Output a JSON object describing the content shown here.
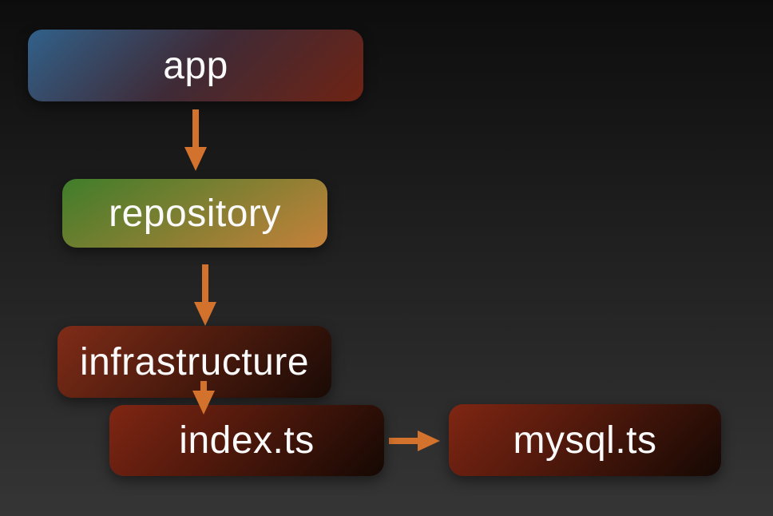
{
  "diagram": {
    "nodes": [
      {
        "id": "app",
        "label": "app",
        "gradient_stops": [
          "#31618a",
          "#3f2a36",
          "#6f2313"
        ]
      },
      {
        "id": "repository",
        "label": "repository",
        "gradient_stops": [
          "#3f7e2a",
          "#c5803a"
        ]
      },
      {
        "id": "infrastructure",
        "label": "infrastructure",
        "gradient_stops": [
          "#7f2c17",
          "#1a0a05"
        ]
      },
      {
        "id": "index-ts",
        "label": "index.ts",
        "gradient_stops": [
          "#802613",
          "#150803"
        ]
      },
      {
        "id": "mysql-ts",
        "label": "mysql.ts",
        "gradient_stops": [
          "#802613",
          "#150803"
        ]
      }
    ],
    "edges": [
      {
        "from": "app",
        "to": "repository",
        "direction": "down"
      },
      {
        "from": "repository",
        "to": "infrastructure",
        "direction": "down"
      },
      {
        "from": "infrastructure",
        "to": "index.ts",
        "direction": "down"
      },
      {
        "from": "index.ts",
        "to": "mysql.ts",
        "direction": "right"
      }
    ],
    "colors": {
      "arrow": "#d2722d",
      "text": "#fafafa",
      "background_top": "#0d0d0d",
      "background_bottom": "#353535"
    }
  }
}
